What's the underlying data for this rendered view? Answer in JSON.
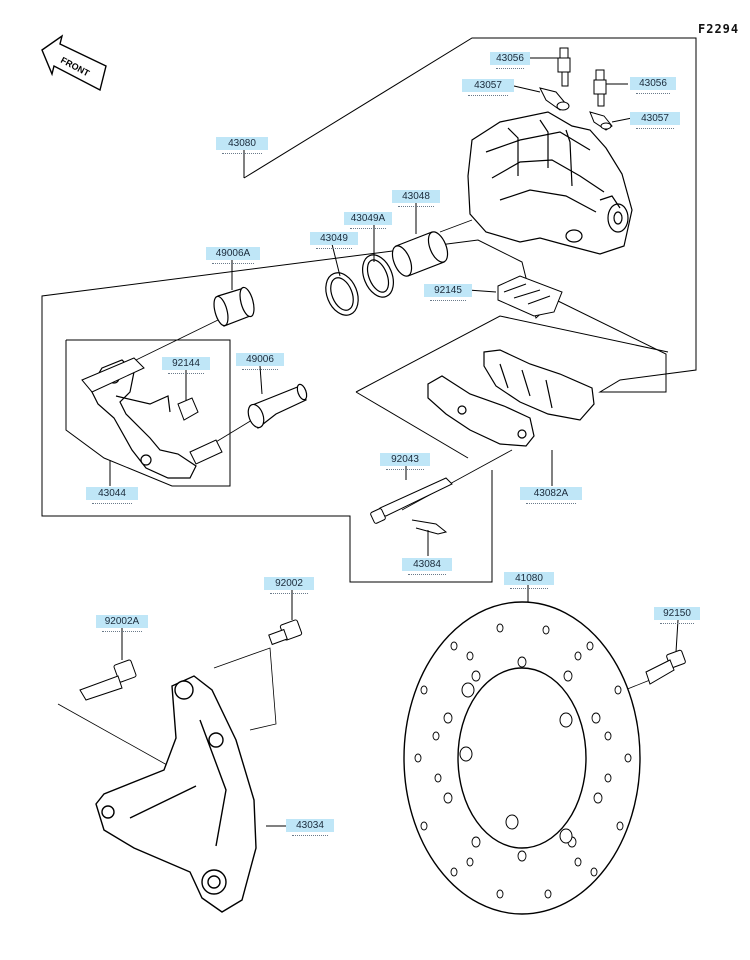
{
  "diagram": {
    "figure_code": "F2294",
    "direction_label": "FRONT",
    "parts": [
      {
        "id": "p43056a",
        "number": "43056"
      },
      {
        "id": "p43056b",
        "number": "43056"
      },
      {
        "id": "p43057a",
        "number": "43057"
      },
      {
        "id": "p43057b",
        "number": "43057"
      },
      {
        "id": "p43080",
        "number": "43080"
      },
      {
        "id": "p43048",
        "number": "43048"
      },
      {
        "id": "p43049A",
        "number": "43049A"
      },
      {
        "id": "p43049",
        "number": "43049"
      },
      {
        "id": "p49006A",
        "number": "49006A"
      },
      {
        "id": "p92145",
        "number": "92145"
      },
      {
        "id": "p92144",
        "number": "92144"
      },
      {
        "id": "p49006",
        "number": "49006"
      },
      {
        "id": "p92043",
        "number": "92043"
      },
      {
        "id": "p43044",
        "number": "43044"
      },
      {
        "id": "p43082A",
        "number": "43082A"
      },
      {
        "id": "p43084",
        "number": "43084"
      },
      {
        "id": "p92002",
        "number": "92002"
      },
      {
        "id": "p41080",
        "number": "41080"
      },
      {
        "id": "p92002A",
        "number": "92002A"
      },
      {
        "id": "p92150",
        "number": "92150"
      },
      {
        "id": "p43034",
        "number": "43034"
      }
    ]
  },
  "colors": {
    "tag_fill": "#bfe6f7",
    "line": "#000000"
  }
}
